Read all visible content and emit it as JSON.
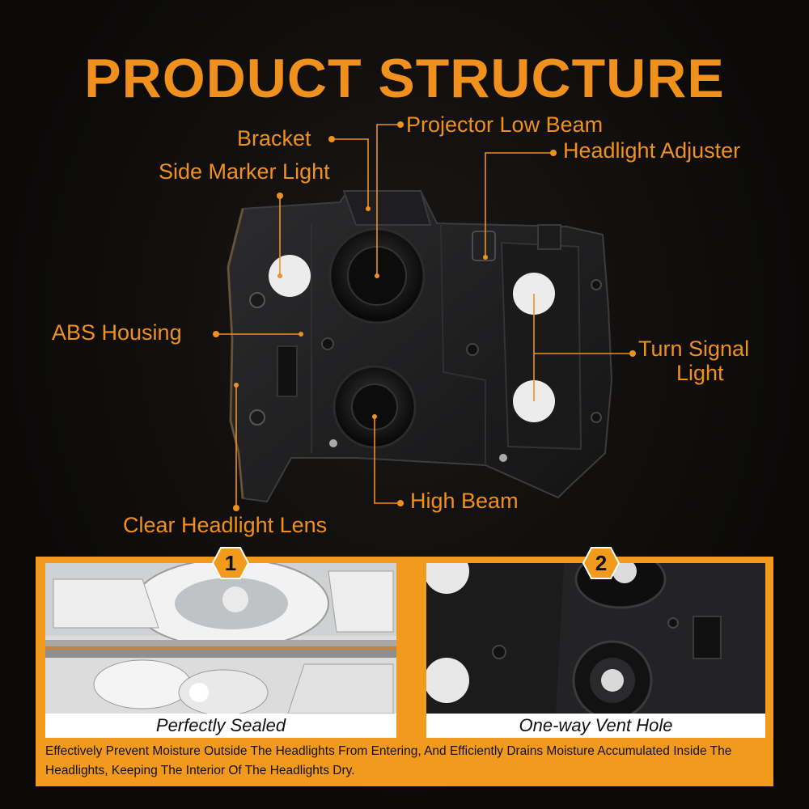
{
  "title": "PRODUCT STRUCTURE",
  "labels": {
    "bracket": "Bracket",
    "projector_low_beam": "Projector Low Beam",
    "headlight_adjuster": "Headlight Adjuster",
    "side_marker_light": "Side Marker Light",
    "abs_housing": "ABS Housing",
    "turn_signal_line1": "Turn Signal",
    "turn_signal_line2": "Light",
    "high_beam": "High Beam",
    "clear_headlight_lens": "Clear Headlight Lens"
  },
  "features": [
    {
      "number": "1",
      "caption": "Perfectly Sealed"
    },
    {
      "number": "2",
      "caption": "One-way Vent Hole"
    }
  ],
  "description": "Effectively Prevent Moisture Outside The Headlights From Entering, And Efficiently Drains Moisture Accumulated Inside The Headlights, Keeping The Interior Of The Headlights Dry.",
  "colors": {
    "accent": "#f0901d",
    "background": "#0b0a09",
    "panel": "#f29a1e"
  }
}
